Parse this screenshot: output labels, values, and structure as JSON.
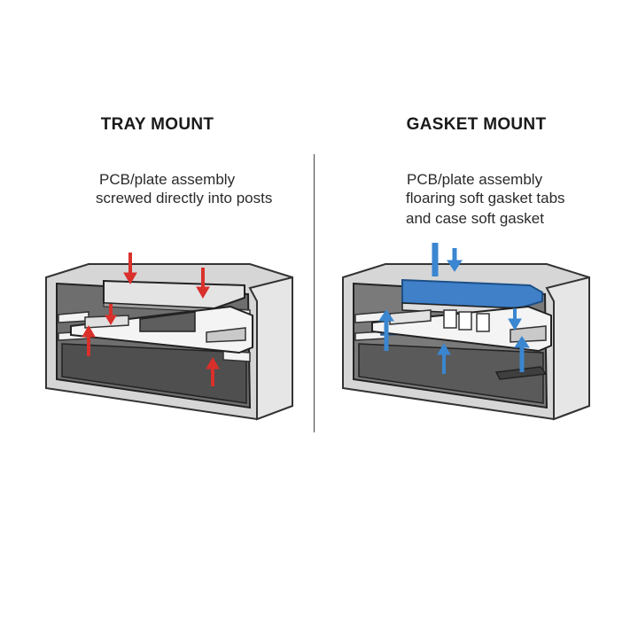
{
  "left": {
    "title": "TRAY MOUNT",
    "desc_lines": [
      "PCB/plate assembly",
      "screwed directly into posts"
    ],
    "arrow_color": "#d9302c"
  },
  "right": {
    "title": "GASKET MOUNT",
    "desc_lines": [
      "PCB/plate assembly",
      "floaring soft gasket tabs",
      "and case soft gasket"
    ],
    "arrow_color": "#3a86d0",
    "gasket_color": "#3f80c8"
  }
}
